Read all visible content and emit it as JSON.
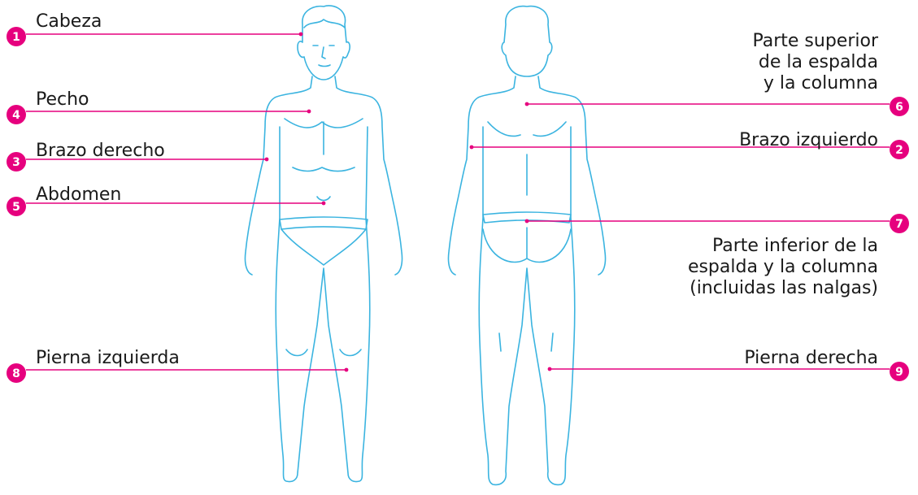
{
  "colors": {
    "accent": "#e6007e",
    "figure": "#3bb4e0",
    "text": "#1a1a1a"
  },
  "labels": [
    {
      "num": "1",
      "text": "Cabeza"
    },
    {
      "num": "4",
      "text": "Pecho"
    },
    {
      "num": "3",
      "text": "Brazo derecho"
    },
    {
      "num": "5",
      "text": "Abdomen"
    },
    {
      "num": "8",
      "text": "Pierna izquierda"
    },
    {
      "num": "6",
      "text": "Parte superior\nde la espalda\ny la columna"
    },
    {
      "num": "2",
      "text": "Brazo izquierdo"
    },
    {
      "num": "7",
      "text": "Parte inferior de la\nespalda y la columna\n(incluidas las nalgas)"
    },
    {
      "num": "9",
      "text": "Pierna derecha"
    }
  ]
}
